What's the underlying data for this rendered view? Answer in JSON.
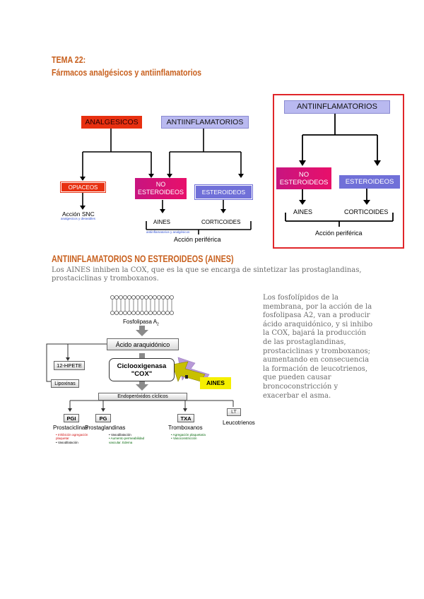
{
  "header": {
    "tema": "TEMA 22:",
    "subtitle": "Fármacos analgésicos y antiinflamatorios"
  },
  "diagram1": {
    "analgesicos": "ANALGESICOS",
    "antiinflamatorios": "ANTIINFLAMATORIOS",
    "opiaceos": "OPIACEOS",
    "no_esteroideos": "NO ESTEROIDEOS",
    "esteroideos": "ESTEROIDEOS",
    "accion_snc": "Acción SNC",
    "snc_note": "analgesicos y deseables",
    "aines": "AINES",
    "corticoides": "CORTICOIDES",
    "aines_note": "antiinflamatorios y analgésicos",
    "accion_periferica": "Acción periférica"
  },
  "diagram2": {
    "antiinflamatorios": "ANTIINFLAMATORIOS",
    "no_esteroideos": "NO ESTEROIDEOS",
    "esteroideos": "ESTEROIDEOS",
    "aines": "AINES",
    "corticoides": "CORTICOIDES",
    "accion_periferica": "Acción periférica"
  },
  "section": {
    "heading": "ANTIINFLAMATORIOS NO ESTEROIDEOS (AINES)",
    "intro": "Los AINES inhiben la COX, que es la que se encarga de sintetizar las prostaglandinas, prostaciclinas y tromboxanos."
  },
  "pathway": {
    "fosfolipasa": "Fosfolipasa A",
    "fosfolipasa_sub": "2",
    "acido": "Ácido araquidónico",
    "hpete": "12-HPETE",
    "lipoxinas": "Lipoxinas",
    "cox_line1": "Ciclooxigenasa",
    "cox_line2": "\"COX\"",
    "aines": "AINES",
    "endoperoxidos": "Endoperóxidos cíclicos",
    "pgi": "PGI",
    "pg": "PG",
    "txa": "TXA",
    "lt": "LT",
    "prostaciclinas": "Prostaciclinas",
    "prostaglandinas": "Prostaglandinas",
    "tromboxanos": "Tromboxanos",
    "leucotrienos": "Leucotrienos",
    "pgi_effects": [
      "• Inhibición agregación",
      "  plaquetar",
      "• Vasodilatación"
    ],
    "pg_effects": [
      "• Vasodilatación",
      "• Aumento permeabilidad",
      "  vascular. Edema"
    ],
    "txa_effects": [
      "• Agregación plaquetaria",
      "• Vasoconstricción"
    ]
  },
  "side_text": "Los fosfolípidos de la membrana, por la acción de la fosfolipasa A2, van a producir ácido araquidónico, y si inhibo la COX, bajará la producción de las prostaglandinas, prostaciclinas y tromboxanos; aumentando en consecuencia la formación de leucotrienos, que pueden causar broncoconstricción y exacerbar el asma.",
  "colors": {
    "heading": "#c8601e",
    "frame_red": "#e0262a",
    "analgesicos_red": "#e83010",
    "lavender": "#b9b9f0",
    "magenta": "#d81870",
    "aines_yellow": "#f5ef00"
  }
}
